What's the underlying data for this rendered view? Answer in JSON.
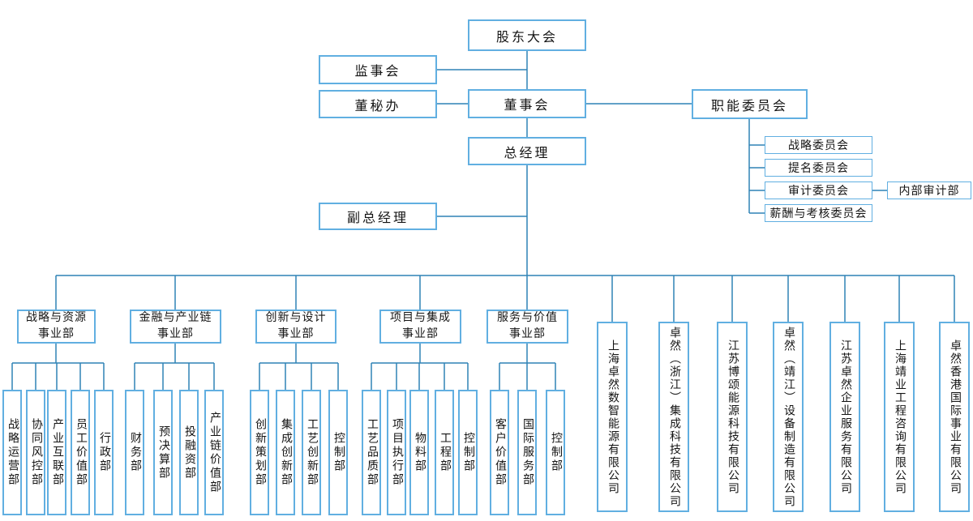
{
  "diagram": {
    "colors": {
      "box_border": "#61afe1",
      "connector_line": "#2f82b6",
      "text": "#141414"
    },
    "governance": {
      "shareholders_meeting": "股东大会",
      "supervisory_board": "监事会",
      "board_secretary_office": "董秘办",
      "board_of_directors": "董事会",
      "functional_committees": "职能委员会",
      "general_manager": "总经理",
      "deputy_general_manager": "副总经理",
      "committees": [
        "战略委员会",
        "提名委员会",
        "审计委员会",
        "薪酬与考核委员会"
      ],
      "internal_audit_dept": "内部审计部"
    },
    "divisions": [
      {
        "label": "战略与资源\n事业部",
        "departments": [
          "战略运营部",
          "协同风控部",
          "产业互联部",
          "员工价值部",
          "行政部"
        ]
      },
      {
        "label": "金融与产业链\n事业部",
        "departments": [
          "财务部",
          "预决算部",
          "投融资部",
          "产业链价值部"
        ]
      },
      {
        "label": "创新与设计\n事业部",
        "departments": [
          "创新策划部",
          "集成创新部",
          "工艺创新部",
          "控制部"
        ]
      },
      {
        "label": "项目与集成\n事业部",
        "departments": [
          "工艺品质部",
          "项目执行部",
          "物料部",
          "工程部",
          "控制部"
        ]
      },
      {
        "label": "服务与价值\n事业部",
        "departments": [
          "客户价值部",
          "国际服务部",
          "控制部"
        ]
      }
    ],
    "subsidiaries": [
      "上海卓然数智能源有限公司",
      "卓然（浙江）集成科技有限公司",
      "江苏博颂能源科技有限公司",
      "卓然（靖江）设备制造有限公司",
      "江苏卓然企业服务有限公司",
      "上海靖业工程咨询有限公司",
      "卓然香港国际事业有限公司"
    ]
  }
}
